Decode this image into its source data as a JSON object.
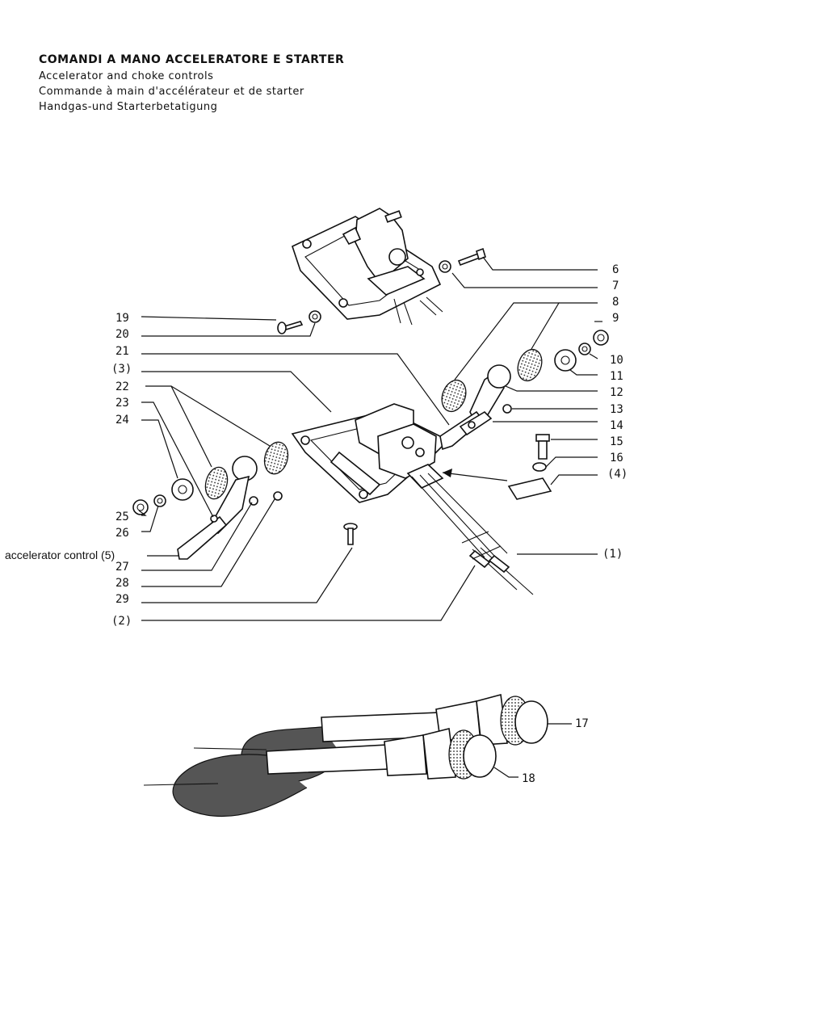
{
  "header": {
    "title": "COMANDI A MANO ACCELERATORE E STARTER",
    "subtitles": [
      "Accelerator and choke controls",
      "Commande à main d'accélérateur et de starter",
      "Handgas-und Starterbetatigung"
    ]
  },
  "callouts": {
    "c1": "(1)",
    "c2": "(2)",
    "c3": "(3)",
    "c4": "(4)",
    "c5": "accelerator control (5)",
    "n6": "6",
    "n7": "7",
    "n8": "8",
    "n9": "9",
    "n10": "10",
    "n11": "11",
    "n12": "12",
    "n13": "13",
    "n14": "14",
    "n15": "15",
    "n16": "16",
    "n17": "17",
    "n18": "18",
    "n19": "19",
    "n20": "20",
    "n21": "21",
    "n22": "22",
    "n23": "23",
    "n24": "24",
    "n25": "25",
    "n26": "26",
    "n27": "27",
    "n28": "28",
    "n29": "29"
  }
}
